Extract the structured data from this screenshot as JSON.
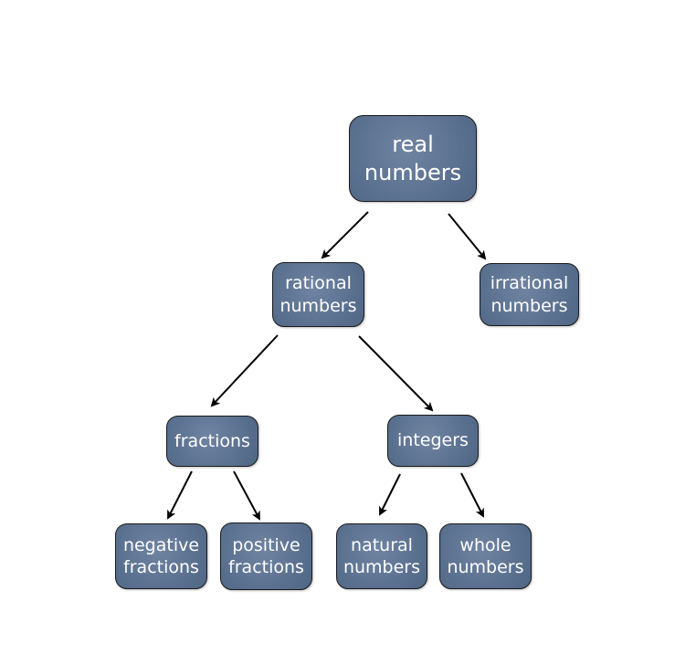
{
  "diagram": {
    "nodes": [
      {
        "id": "real",
        "label": "real\nnumbers"
      },
      {
        "id": "rational",
        "label": "rational\nnumbers"
      },
      {
        "id": "irrational",
        "label": "irrational\nnumbers"
      },
      {
        "id": "fractions",
        "label": "fractions"
      },
      {
        "id": "integers",
        "label": "integers"
      },
      {
        "id": "negative",
        "label": "negative\nfractions"
      },
      {
        "id": "positive",
        "label": "positive\nfractions"
      },
      {
        "id": "natural",
        "label": "natural\nnumbers"
      },
      {
        "id": "whole",
        "label": "whole\nnumbers"
      }
    ],
    "edges": [
      {
        "from": "real",
        "to": "rational"
      },
      {
        "from": "real",
        "to": "irrational"
      },
      {
        "from": "rational",
        "to": "fractions"
      },
      {
        "from": "rational",
        "to": "integers"
      },
      {
        "from": "fractions",
        "to": "negative"
      },
      {
        "from": "fractions",
        "to": "positive"
      },
      {
        "from": "integers",
        "to": "natural"
      },
      {
        "from": "integers",
        "to": "whole"
      }
    ],
    "colors": {
      "node_fill": "#5e7392",
      "node_border": "#1a1a1a",
      "node_text": "#ffffff",
      "arrow": "#000000",
      "background": "#ffffff"
    }
  }
}
